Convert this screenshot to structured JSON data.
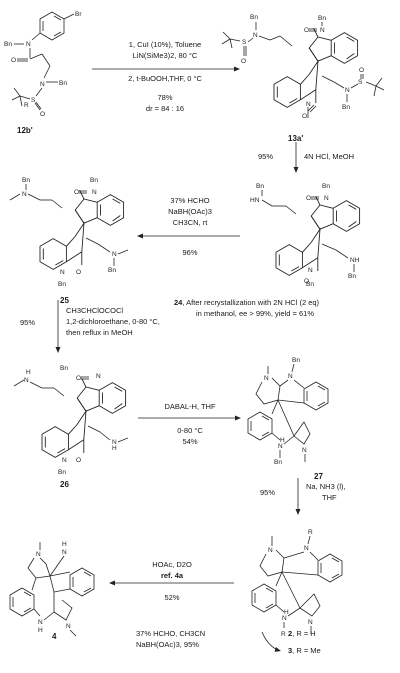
{
  "compounds": {
    "c12b": "12b'",
    "c13a": "13a'",
    "c25": "25",
    "c24": "24",
    "c26": "26",
    "c27": "27",
    "c4": "4",
    "c2": "2",
    "c3": "3"
  },
  "atoms": {
    "bn": "Bn",
    "n": "N",
    "o": "O",
    "s": "S",
    "br": "Br",
    "h": "H",
    "r": "R",
    "stereo_r": "R"
  },
  "step1": {
    "line1": "1, CuI (10%), Toluene",
    "line2": "LiN(SiMe3)2, 80 °C",
    "line3": "2, t-BuOOH,THF, 0 °C",
    "yield": "78%",
    "dr": "dr = 84 : 16"
  },
  "step2": {
    "yield": "95%",
    "reagent": "4N HCl, MeOH"
  },
  "step3": {
    "line1": "37% HCHO",
    "line2": "NaBH(OAc)3",
    "line3": "CH3CN, rt",
    "yield": "96%"
  },
  "note24": {
    "line1": ", After recrystallization with 2N HCl (2 eq)",
    "line2": "in methanol, ee > 99%, yield = 61%"
  },
  "step4": {
    "yield": "95%",
    "line1": "CH3CHClOCOCl",
    "line2": "1,2-dichloroethane, 0-80 °C,",
    "line3": "then reflux in MeOH"
  },
  "step5": {
    "line1": "DABAL-H, THF",
    "line2": "0-80 °C",
    "yield": "54%"
  },
  "step6": {
    "yield": "95%",
    "line1": "Na, NH3 (l),",
    "line2": "THF"
  },
  "step7": {
    "line1": "HOAc, D2O",
    "line2": "ref. 4a",
    "yield": "52%"
  },
  "step8": {
    "line1": "37% HCHO, CH3CN",
    "line2": "NaBH(OAc)3, 95%"
  },
  "products": {
    "p2": ", R = H",
    "p3": ", R = Me"
  }
}
